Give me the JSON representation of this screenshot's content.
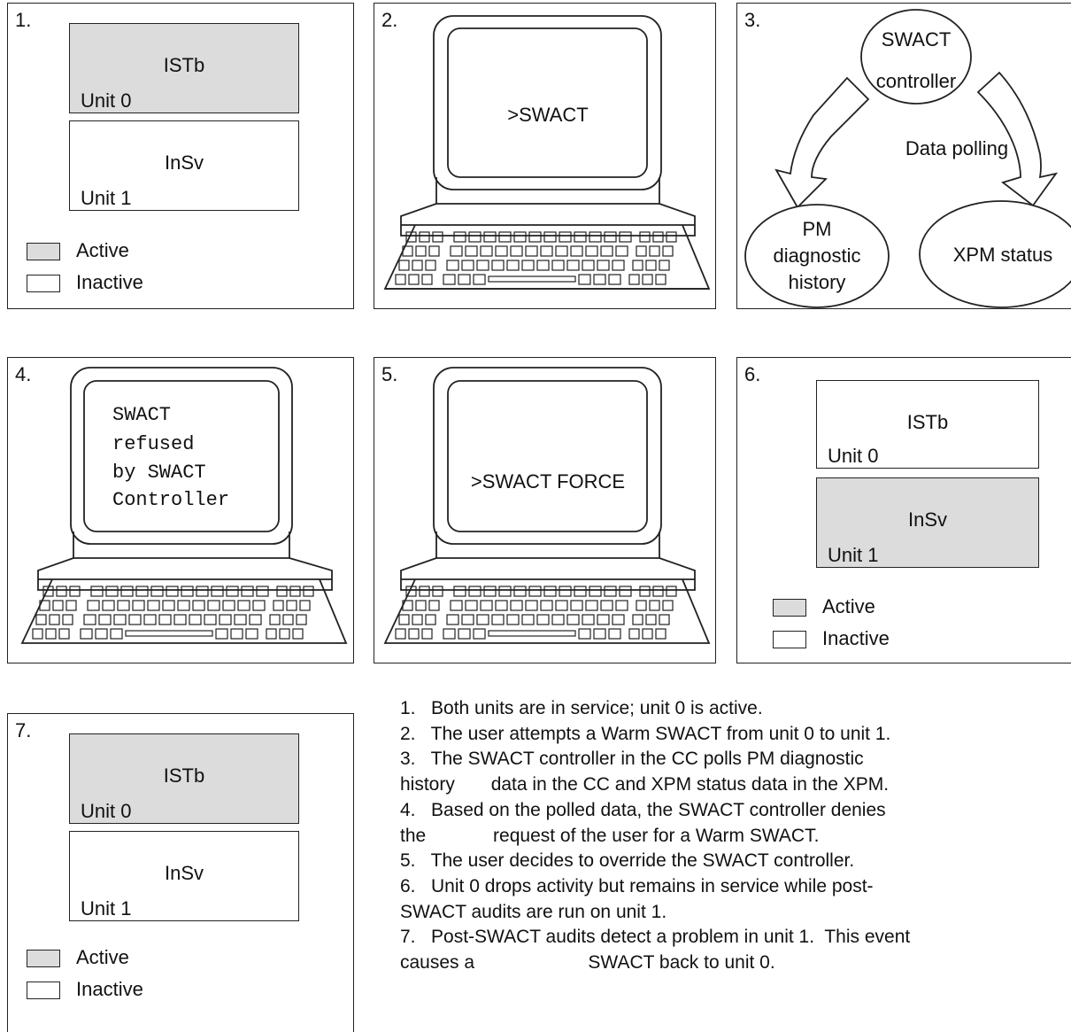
{
  "panels": {
    "p1": {
      "number": "1.",
      "unit0_state": "ISTb",
      "unit0_label": "Unit 0",
      "unit1_state": "InSv",
      "unit1_label": "Unit 1",
      "active_unit": 0
    },
    "p2": {
      "number": "2.",
      "screen_text": ">SWACT"
    },
    "p3": {
      "number": "3.",
      "controller_line1": "SWACT",
      "controller_line2": "controller",
      "polling_label": "Data polling",
      "pm_line1": "PM",
      "pm_line2": "diagnostic",
      "pm_line3": "history",
      "xpm_label": "XPM status"
    },
    "p4": {
      "number": "4.",
      "screen_lines": [
        "SWACT",
        "refused",
        "by SWACT",
        "Controller"
      ]
    },
    "p5": {
      "number": "5.",
      "screen_text": ">SWACT FORCE"
    },
    "p6": {
      "number": "6.",
      "unit0_state": "ISTb",
      "unit0_label": "Unit 0",
      "unit1_state": "InSv",
      "unit1_label": "Unit 1",
      "active_unit": 1
    },
    "p7": {
      "number": "7.",
      "unit0_state": "ISTb",
      "unit0_label": "Unit 0",
      "unit1_state": "InSv",
      "unit1_label": "Unit 1",
      "active_unit": 0
    }
  },
  "legend": {
    "active": "Active",
    "inactive": "Inactive"
  },
  "colors": {
    "active_fill": "#dcdcdc",
    "inactive_fill": "#ffffff",
    "line": "#222222"
  },
  "captions": [
    "1.   Both units are in service; unit 0 is active.",
    "2.   The user attempts a Warm SWACT from unit 0 to unit 1.",
    "3.   The SWACT controller in the CC polls PM diagnostic",
    "history       data in the CC and XPM status data in the XPM.",
    "4.   Based on the polled data, the SWACT controller denies",
    "the             request of the user for a Warm SWACT.",
    "5.   The user decides to override the SWACT controller.",
    "6.   Unit 0 drops activity but remains in service while post-",
    "SWACT audits are run on unit 1.",
    "7.   Post-SWACT audits detect a problem in unit 1.  This event",
    "causes a                      SWACT back to unit 0."
  ]
}
